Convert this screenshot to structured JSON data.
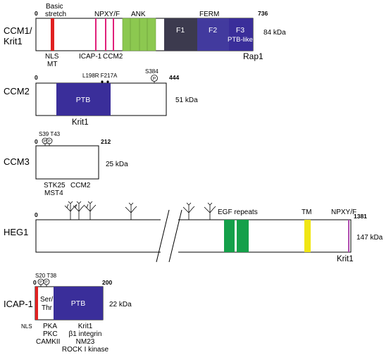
{
  "proteins": {
    "ccm1": {
      "name_line1": "CCM1/",
      "name_line2": "Krit1",
      "start": "0",
      "end": "736",
      "size": "84 kDa",
      "basic_line1": "Basic",
      "basic_line2": "stretch",
      "npxy": "NPXY/F",
      "ank": "ANK",
      "ferm": "FERM",
      "f1": "F1",
      "f2": "F2",
      "f3": "F3",
      "f3_sub": "PTB-like",
      "nls": "NLS",
      "mt": "MT",
      "icap": "ICAP-1",
      "ccm2": "CCM2",
      "rap1": "Rap1"
    },
    "ccm2": {
      "name": "CCM2",
      "start": "0",
      "end": "444",
      "mutations": "L198R  F217A",
      "site": "S384",
      "phospho": "P",
      "ptb": "PTB",
      "size": "51 kDa",
      "binder": "Krit1"
    },
    "ccm3": {
      "name": "CCM3",
      "start": "0",
      "end": "212",
      "sites": "S39 T43",
      "phospho": "P",
      "size": "25 kDa",
      "binder1_line1": "STK25",
      "binder1_line2": "MST4",
      "binder2": "CCM2"
    },
    "heg1": {
      "name": "HEG1",
      "start": "0",
      "end": "1381",
      "egf": "EGF repeats",
      "tm": "TM",
      "npxy": "NPXY/F",
      "size": "147 kDa",
      "binder": "Krit1"
    },
    "icap1": {
      "name": "ICAP-1",
      "start": "0",
      "end": "200",
      "sites": "S20 T38",
      "phospho": "P",
      "serthr_line1": "Ser/",
      "serthr_line2": "Thr",
      "ptb": "PTB",
      "size": "22 kDa",
      "nls": "NLS",
      "kinases": [
        "PKA",
        "PKC",
        "CAMKII"
      ],
      "binders": [
        "Krit1",
        "β1 integrin",
        "NM23",
        "ROCK I kinase"
      ]
    }
  },
  "colors": {
    "basic": "#e02020",
    "npxy": "#e0207a",
    "ank": "#8cc850",
    "f1": "#3c3a4e",
    "ferm_blue": "#423a9e",
    "ptb": "#3a2e9a",
    "egf": "#14a04a",
    "tm": "#f0e614",
    "npxy_heg": "#b04fb0"
  }
}
